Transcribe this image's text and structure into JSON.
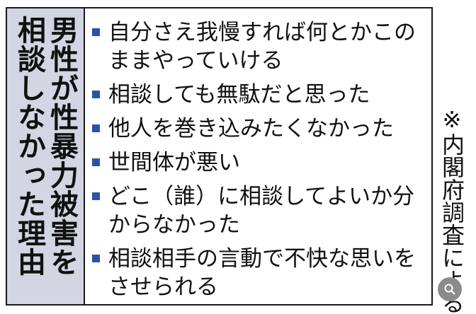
{
  "title": {
    "column_right": "男性が性暴力被害を",
    "column_left": "相談しなかった理由"
  },
  "items": [
    "自分さえ我慢すれば何とかこのままやっていける",
    "相談しても無駄だと思った",
    "他人を巻き込みたくなかった",
    "世間体が悪い",
    "どこ（誰）に相談してよいか分からなかった",
    "相談相手の言動で不快な思いをさせられる"
  ],
  "note": "※内閣府調査による",
  "colors": {
    "bullet": "#2a52a8",
    "title_bg": "#d3d5e3",
    "border": "#1a1a1a"
  },
  "icons": {
    "corner": "zoom-icon"
  }
}
